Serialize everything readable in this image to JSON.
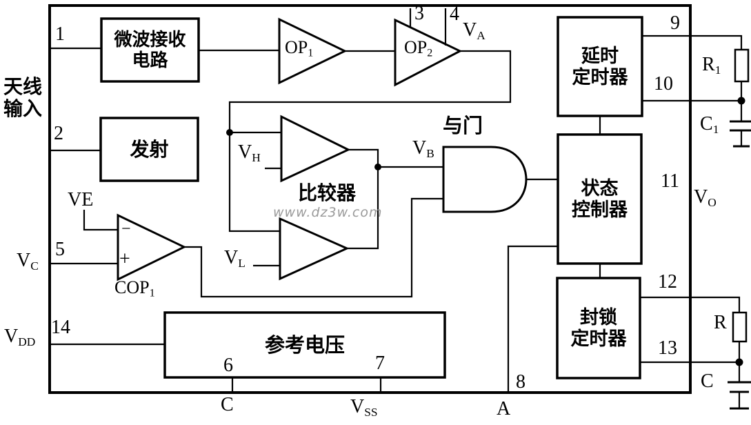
{
  "diagram": {
    "watermark": "www.dz3w.com",
    "antenna_label": {
      "line1": "天线",
      "line2": "输入"
    },
    "blocks": {
      "microwave_receiver": {
        "line1": "微波接收",
        "line2": "电路"
      },
      "transmitter": {
        "line1": "发射"
      },
      "reference_voltage": {
        "line1": "参考电压"
      },
      "delay_timer": {
        "line1": "延时",
        "line2": "定时器"
      },
      "state_controller": {
        "line1": "状态",
        "line2": "控制器"
      },
      "lockout_timer": {
        "line1": "封锁",
        "line2": "定时器"
      }
    },
    "labels": {
      "comparator": "比较器",
      "and_gate": "与门"
    },
    "amplifiers": {
      "op1": {
        "main": "OP",
        "sub": "1"
      },
      "op2": {
        "main": "OP",
        "sub": "2"
      },
      "cop1": {
        "main": "COP",
        "sub": "1",
        "minus": "−",
        "plus": "+"
      }
    },
    "pins": {
      "p1": "1",
      "p2": "2",
      "p3": "3",
      "p4": "4",
      "p5": "5",
      "p6": "6",
      "p7": "7",
      "p8": "8",
      "p9": "9",
      "p10": "10",
      "p11": "11",
      "p12": "12",
      "p13": "13",
      "p14": "14"
    },
    "signals": {
      "va": {
        "main": "V",
        "sub": "A"
      },
      "vb": {
        "main": "V",
        "sub": "B"
      },
      "vh": {
        "main": "V",
        "sub": "H"
      },
      "vl": {
        "main": "V",
        "sub": "L"
      },
      "ve": {
        "main": "VE"
      },
      "vc": {
        "main": "V",
        "sub": "C"
      },
      "vdd": {
        "main": "V",
        "sub": "DD"
      },
      "vss": {
        "main": "V",
        "sub": "SS"
      },
      "vo": {
        "main": "V",
        "sub": "O"
      },
      "c_bottom_pin": "C",
      "a_bottom_pin": "A"
    },
    "components": {
      "r1": {
        "main": "R",
        "sub": "1"
      },
      "c1": {
        "main": "C",
        "sub": "1"
      },
      "r": {
        "main": "R"
      },
      "c": {
        "main": "C"
      }
    }
  }
}
